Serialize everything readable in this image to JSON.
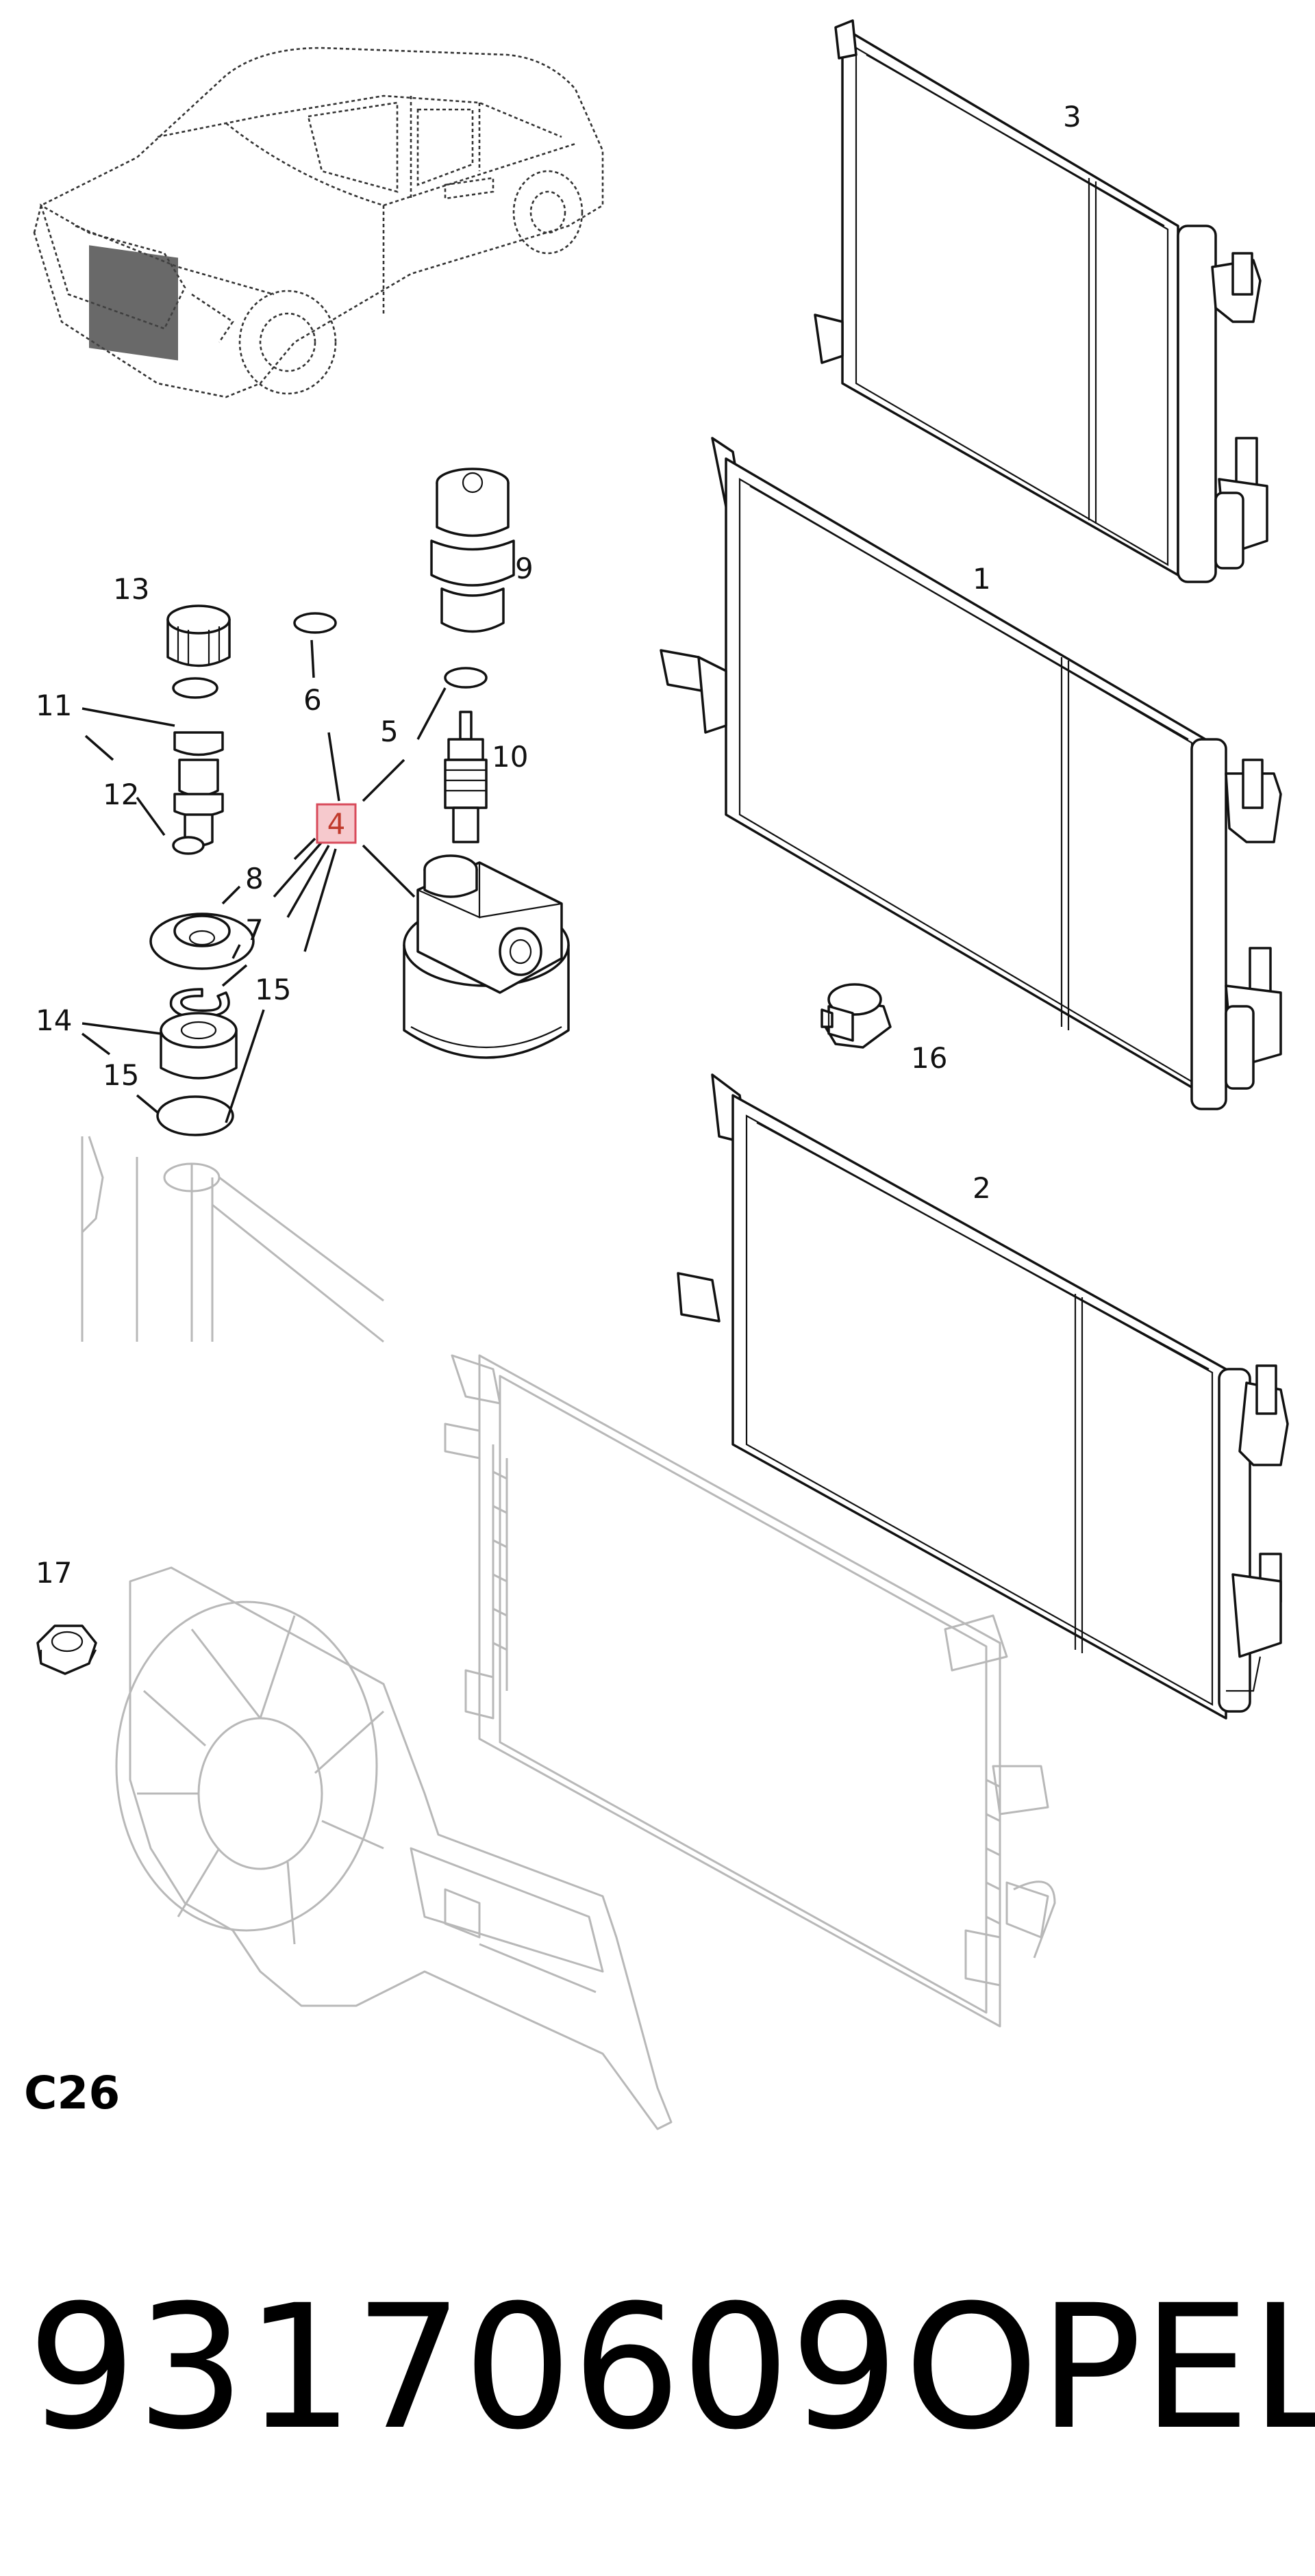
{
  "callouts": {
    "c1": "1",
    "c2": "2",
    "c3": "3",
    "c4": "4",
    "c5": "5",
    "c6": "6",
    "c7": "7",
    "c8": "8",
    "c9": "9",
    "c10": "10",
    "c11": "11",
    "c12": "12",
    "c13": "13",
    "c14": "14",
    "c15a": "15",
    "c15b": "15",
    "c16": "16",
    "c17": "17"
  },
  "highlighted_callout": "4",
  "section_code": "C26",
  "footer": {
    "part_number": "93170609",
    "brand": "OPEL"
  },
  "colors": {
    "highlight_fill": "#f6c9cd",
    "highlight_stroke": "#d84a5a",
    "ghost_line": "#b8b8b8"
  }
}
